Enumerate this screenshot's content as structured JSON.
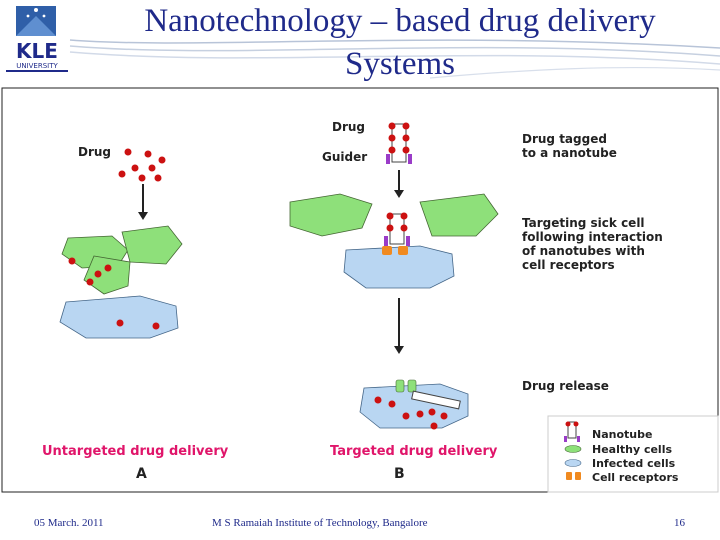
{
  "slide": {
    "title_line1": "Nanotechnology – based drug delivery",
    "title_line2": "Systems"
  },
  "logo": {
    "main": "KLE",
    "sub": "UNIVERSITY"
  },
  "diagram": {
    "left": {
      "drug_label": "Drug",
      "caption": "Untargeted drug delivery",
      "letter": "A"
    },
    "right": {
      "drug_label": "Drug",
      "guider_label": "Guider",
      "step1": [
        "Drug tagged",
        "to a nanotube"
      ],
      "step2": [
        "Targeting sick cell",
        "following interaction",
        "of nanotubes with",
        "cell receptors"
      ],
      "step3": "Drug release",
      "caption": "Targeted drug delivery",
      "letter": "B"
    },
    "legend": [
      "Nanotube",
      "Healthy cells",
      "Infected cells",
      "Cell receptors"
    ]
  },
  "colors": {
    "title": "#1f2a8a",
    "healthy_cell": "#8ee07a",
    "infected_cell": "#b9d6f2",
    "drug": "#cc1111",
    "guider": "#9a3cc8",
    "receptor": "#f08a20",
    "caption": "#e0156a"
  },
  "footer": {
    "date": "05 March. 2011",
    "institute": "M S Ramaiah Institute of Technology, Bangalore",
    "page": "16"
  }
}
